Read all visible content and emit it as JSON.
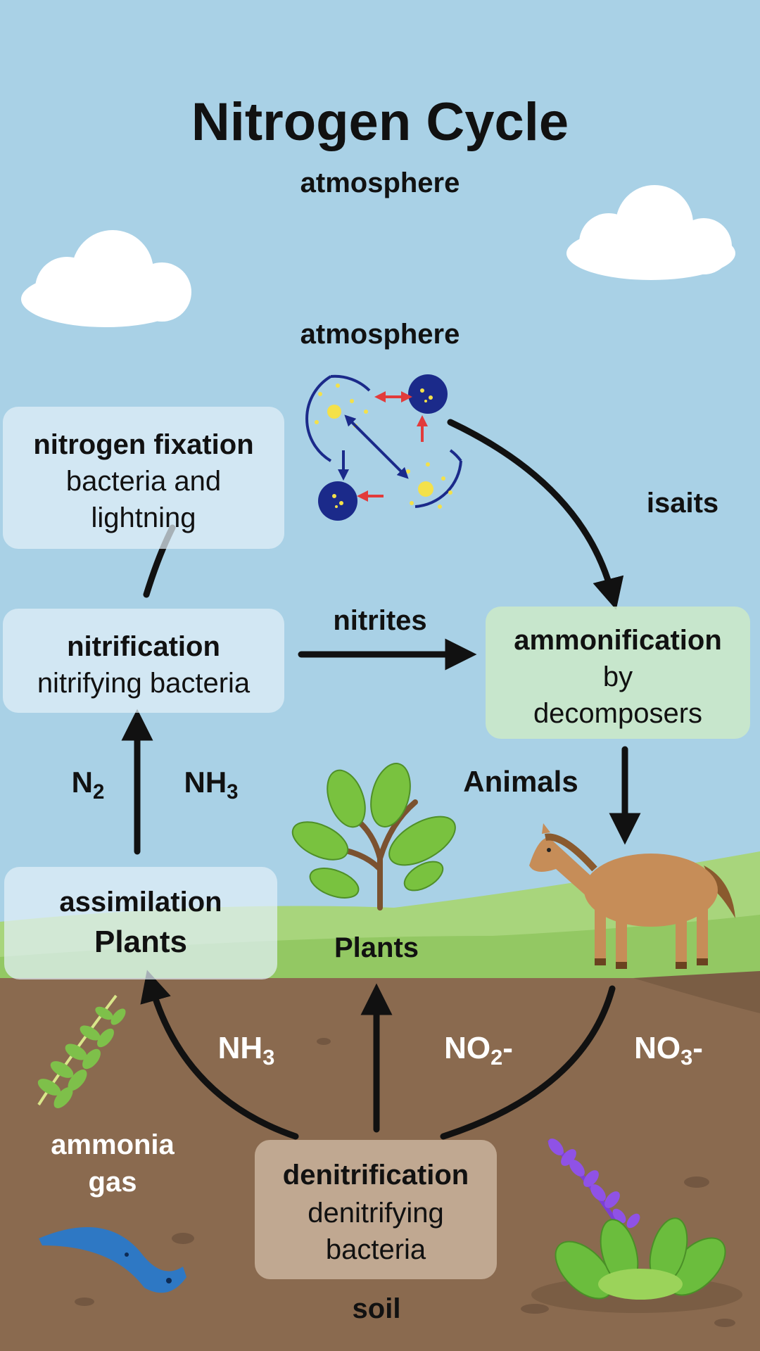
{
  "title": "Nitrogen Cycle",
  "subtitle": "atmosphere",
  "atmosphere_label": "atmosphere",
  "nodes": {
    "fixation": {
      "title": "nitrogen fixation",
      "line1": "bacteria and",
      "line2": "lightning"
    },
    "nitrification": {
      "title": "nitrification",
      "line1": "nitrifying bacteria"
    },
    "ammonification": {
      "title": "ammonification",
      "line1": "by",
      "line2": "decomposers"
    },
    "assimilation": {
      "title": "assimilation",
      "line1": "Plants"
    },
    "denitrification": {
      "title": "denitrification",
      "line1": "denitrifying",
      "line2": "bacteria"
    }
  },
  "labels": {
    "isaits": "isaits",
    "nitrites": "nitrites",
    "n2": {
      "base": "N",
      "sub": "2"
    },
    "nh3_left": {
      "base": "NH",
      "sub": "3"
    },
    "animals": "Animals",
    "plants": "Plants",
    "nh3_soil": {
      "base": "NH",
      "sub": "3"
    },
    "no2": {
      "base": "NO",
      "sub": "2",
      "suffix": "-"
    },
    "no3": {
      "base": "NO",
      "sub": "3",
      "suffix": "-"
    },
    "ammonia_gas_1": "ammonia",
    "ammonia_gas_2": "gas",
    "soil": "soil"
  },
  "colors": {
    "sky": "#a9d1e6",
    "grass": "#9fcf72",
    "soil": "#8a6a4f",
    "arrow": "#111111",
    "molecule_dark": "#1b2a8a",
    "molecule_light": "#f4e14a",
    "red_arrow": "#e23b3b"
  },
  "icons": [
    "cloud-icon",
    "molecule-icon",
    "plant-icon",
    "horse-icon",
    "fern-icon",
    "worm-icon",
    "lavender-icon"
  ]
}
